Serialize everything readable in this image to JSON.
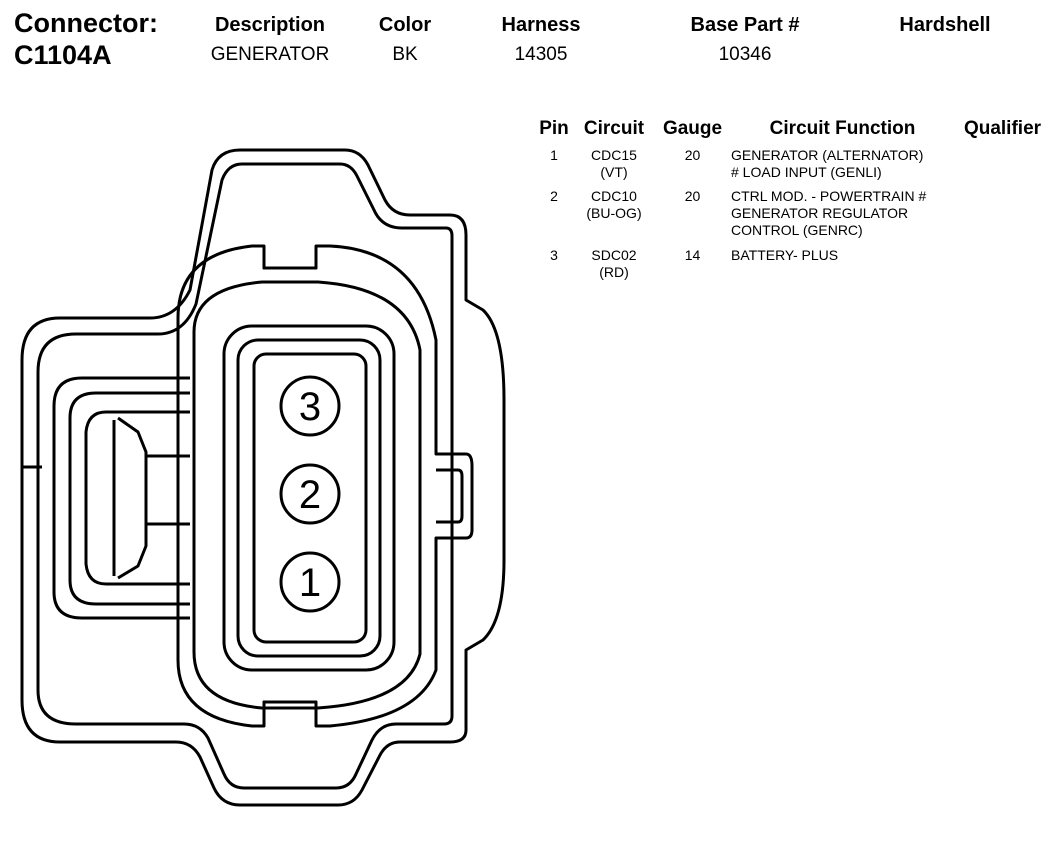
{
  "connector": {
    "label": "Connector:",
    "id": "C1104A"
  },
  "header": {
    "description_label": "Description",
    "description_value": "GENERATOR",
    "color_label": "Color",
    "color_value": "BK",
    "harness_label": "Harness",
    "harness_value": "14305",
    "base_part_label": "Base Part #",
    "base_part_value": "10346",
    "hardshell_label": "Hardshell",
    "hardshell_value": ""
  },
  "pin_table": {
    "columns": {
      "pin": "Pin",
      "circuit": "Circuit",
      "gauge": "Gauge",
      "function": "Circuit Function",
      "qualifier": "Qualifier"
    },
    "rows": [
      {
        "pin": "1",
        "circuit": [
          "CDC15",
          "(VT)"
        ],
        "gauge": "20",
        "function": [
          "GENERATOR (ALTERNATOR)",
          "# LOAD INPUT (GENLI)"
        ],
        "qualifier": ""
      },
      {
        "pin": "2",
        "circuit": [
          "CDC10",
          "(BU-OG)"
        ],
        "gauge": "20",
        "function": [
          "CTRL MOD. - POWERTRAIN #",
          "GENERATOR REGULATOR",
          "CONTROL (GENRC)"
        ],
        "qualifier": ""
      },
      {
        "pin": "3",
        "circuit": [
          "SDC02",
          "(RD)"
        ],
        "gauge": "14",
        "function": [
          "BATTERY- PLUS"
        ],
        "qualifier": ""
      }
    ]
  },
  "diagram": {
    "cavity_labels": [
      "3",
      "2",
      "1"
    ]
  }
}
